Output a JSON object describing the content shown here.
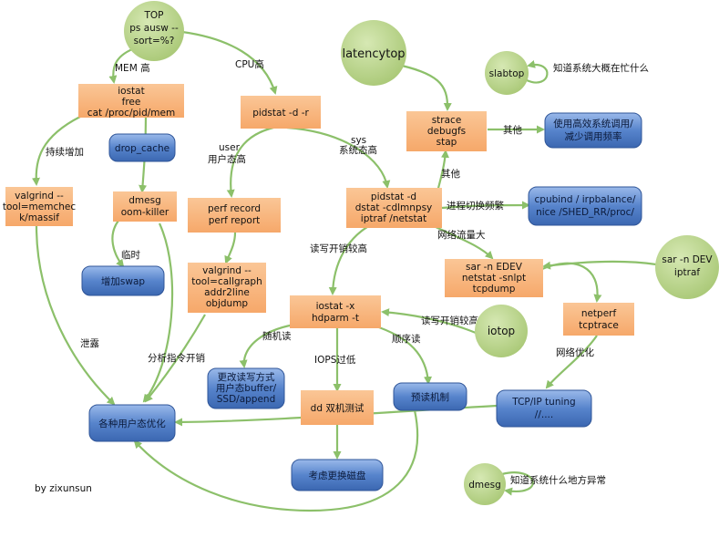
{
  "credit": "by zixunsun",
  "colors": {
    "orange": "#f8b57f",
    "blue": "#4d7cc4",
    "green": "#b8d486",
    "arrow": "#8cc06a"
  },
  "nodes": {
    "top": [
      "TOP",
      "ps ausw --",
      "sort=%?"
    ],
    "iostat_free": [
      "iostat",
      "free",
      "cat /proc/pid/mem"
    ],
    "pidstat_r": [
      "pidstat -d -r"
    ],
    "drop_cache": [
      "drop_cache"
    ],
    "valgrind_memcheck": [
      "valgrind --",
      "tool=memchec",
      "k/massif"
    ],
    "dmesg_oom": [
      "dmesg",
      "oom-killer"
    ],
    "perf": [
      "perf record",
      "perf report"
    ],
    "add_swap": [
      "增加swap"
    ],
    "valgrind_callgraph": [
      "valgrind --",
      "tool=callgraph",
      "addr2line",
      "objdump"
    ],
    "latencytop": [
      "latencytop"
    ],
    "slabtop": [
      "slabtop"
    ],
    "strace": [
      "strace",
      "debugfs",
      "stap"
    ],
    "syscall_opt": [
      "使用高效系统调用/",
      "减少调用频率"
    ],
    "pidstat_d": [
      "pidstat -d",
      "dstat -cdlmnpsy",
      "iptraf /netstat"
    ],
    "cpubind": [
      "cpubind / irpbalance/",
      "nice /SHED_RR/proc/"
    ],
    "sar_edev": [
      "sar -n EDEV",
      "netstat -snlpt",
      "tcpdump"
    ],
    "sar_dev": [
      "sar -n DEV",
      "iptraf"
    ],
    "iostat_x": [
      "iostat -x",
      "hdparm -t"
    ],
    "iotop": [
      "iotop"
    ],
    "netperf": [
      "netperf",
      "tcptrace"
    ],
    "change_rw": [
      "更改读写方式",
      "用户态buffer/",
      "SSD/append"
    ],
    "dd_test": [
      "dd 双机测试"
    ],
    "readahead": [
      "预读机制"
    ],
    "tcp_tuning": [
      "TCP/IP  tuning",
      "//...."
    ],
    "user_opt": [
      "各种用户态优化"
    ],
    "replace_disk": [
      "考虑更换磁盘"
    ],
    "dmesg_bottom": [
      "dmesg"
    ]
  },
  "labels": {
    "mem_high": "MEM 高",
    "cpu_high": "CPU高",
    "sustained_increase": "持续增加",
    "user_state_high": [
      "user",
      "用户态高"
    ],
    "sys_state_high": [
      "sys",
      "系统态高"
    ],
    "temporary": "临时",
    "other_1": "其他",
    "other_2": "其他",
    "ctx_switch": "进程切换频繁",
    "rw_high_1": "读写开销较高",
    "net_traffic": "网络流量大",
    "rw_high_2": "读写开销较高",
    "leak": "泄露",
    "analyze_instr": "分析指令开销",
    "random_read": "随机读",
    "iops_low": "IOPS过低",
    "seq_read": "顺序读",
    "net_opt": "网络优化",
    "slabtop_note": "知道系统大概在忙什么",
    "dmesg_note": "知道系统什么地方异常"
  }
}
